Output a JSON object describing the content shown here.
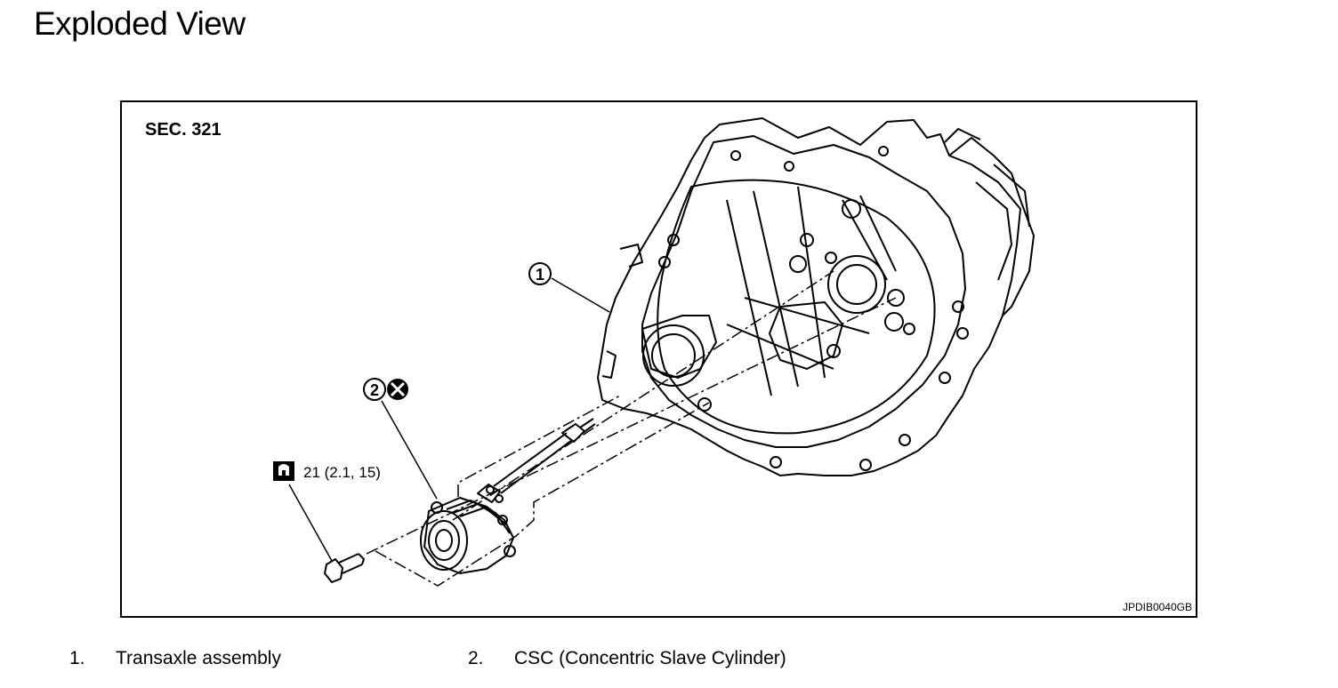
{
  "page": {
    "title": "Exploded View"
  },
  "figure": {
    "section": "SEC. 321",
    "figure_code": "JPDIB0040GB",
    "callouts": [
      {
        "number": "1"
      },
      {
        "number": "2"
      }
    ],
    "torque_spec": "21 (2.1, 15)",
    "icons": {
      "torque": "torque-wrench-icon",
      "replace": "do-not-reuse-icon"
    }
  },
  "legend": [
    {
      "number": "1.",
      "label": "Transaxle assembly"
    },
    {
      "number": "2.",
      "label": "CSC (Concentric Slave Cylinder)"
    }
  ]
}
